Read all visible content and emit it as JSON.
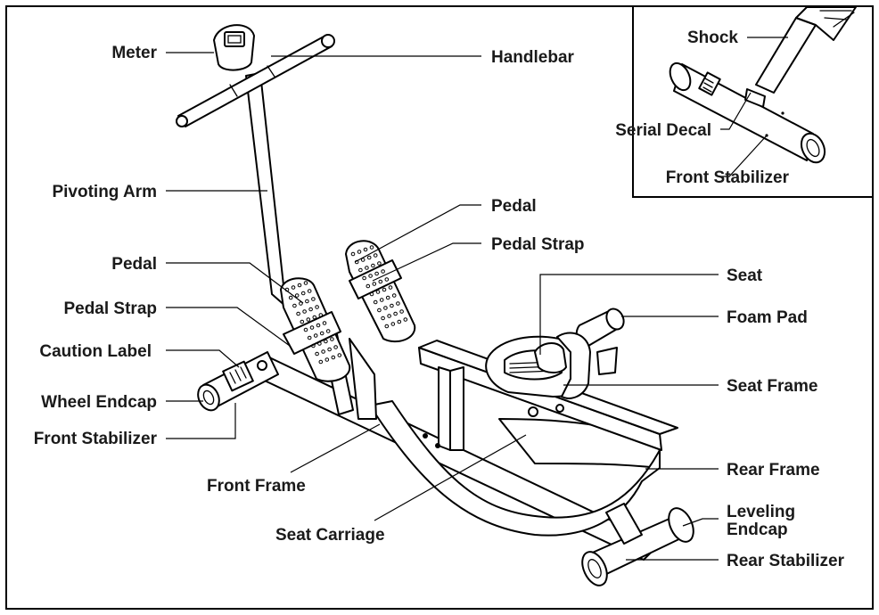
{
  "labels": {
    "meter": "Meter",
    "handlebar": "Handlebar",
    "pivoting_arm": "Pivoting Arm",
    "pedal_right": "Pedal",
    "pedal_strap_right": "Pedal Strap",
    "pedal_left": "Pedal",
    "pedal_strap_left": "Pedal Strap",
    "caution_label": "Caution Label",
    "wheel_endcap": "Wheel Endcap",
    "front_stabilizer": "Front Stabilizer",
    "front_frame": "Front Frame",
    "seat_carriage": "Seat Carriage",
    "seat": "Seat",
    "foam_pad": "Foam Pad",
    "seat_frame": "Seat Frame",
    "rear_frame": "Rear Frame",
    "leveling_endcap_line1": "Leveling",
    "leveling_endcap_line2": "Endcap",
    "rear_stabilizer": "Rear Stabilizer"
  },
  "inset": {
    "shock": "Shock",
    "serial_decal": "Serial Decal",
    "front_stabilizer": "Front Stabilizer"
  }
}
